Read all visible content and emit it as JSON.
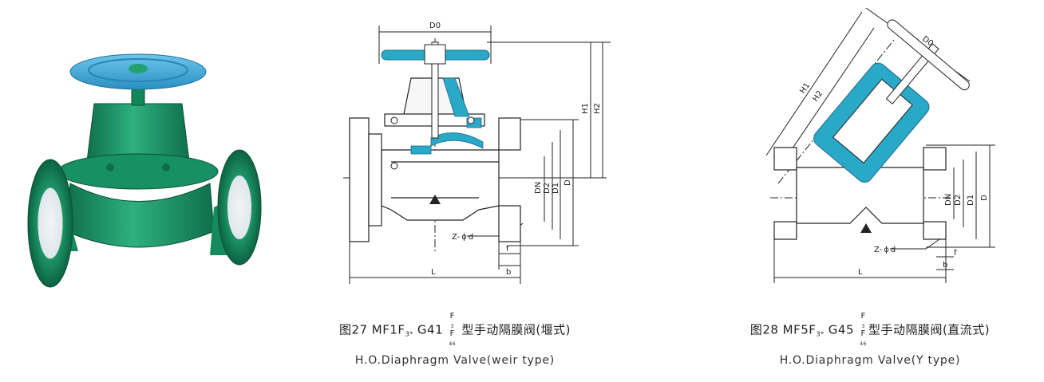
{
  "fig27": {
    "labels": {
      "D0": "D0",
      "H1": "H1",
      "H2": "H2",
      "DN": "DN",
      "D2": "D2",
      "D1": "D1",
      "D": "D",
      "Z": "Z-",
      "phi": "ϕ",
      "d": "d",
      "f": "f",
      "b": "b",
      "L": "L"
    },
    "caption_prefix": "图27  MF1F",
    "caption_sub": "3",
    "caption_star": "*",
    "caption_model": "  G41",
    "frac_top": "F",
    "frac_top_sub": "3",
    "frac_bottom": "F",
    "frac_bottom_sub": "46",
    "caption_title": " 型手动隔膜阀(堰式)",
    "caption_en": "H.O.Diaphragm Valve(weir type)"
  },
  "fig28": {
    "labels": {
      "D0": "D0",
      "H1": "H1",
      "H2": "H2",
      "DN": "DN",
      "D2": "D2",
      "D1": "D1",
      "D": "D",
      "Z": "Z-",
      "phi": "ϕ",
      "d": "d",
      "f": "f",
      "b": "b",
      "L": "L"
    },
    "caption_prefix": "图28  MF5F",
    "caption_sub": "3",
    "caption_star": "*",
    "caption_model": "  G45",
    "frac_top": "F",
    "frac_top_sub": "3",
    "frac_bottom": "F",
    "frac_bottom_sub": "46",
    "caption_title": "型手动隔膜阀(直流式)",
    "caption_en": "H.O.Diaphragm Valve(Y type)"
  },
  "colors": {
    "valve_body": "#1f9a6b",
    "handwheel": "#3aa7d6",
    "lining": "#2aa8c8",
    "lining_white": "#f2f6f8",
    "line": "#222222"
  }
}
